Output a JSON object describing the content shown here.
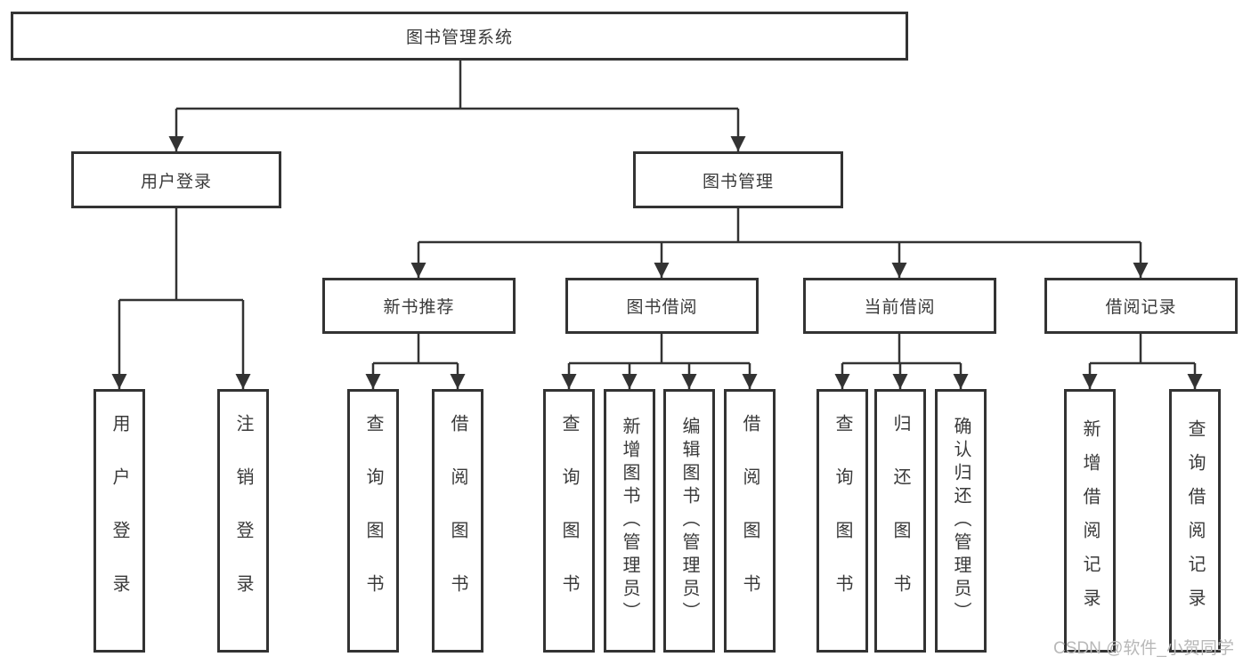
{
  "diagram": {
    "root": {
      "label": "图书管理系统"
    },
    "branches": [
      {
        "label": "用户登录",
        "leaves": [
          "用户登录",
          "注销登录"
        ]
      },
      {
        "label": "图书管理",
        "groups": [
          {
            "label": "新书推荐",
            "leaves": [
              "查询图书",
              "借阅图书"
            ]
          },
          {
            "label": "图书借阅",
            "leaves": [
              "查询图书",
              "新增图书（管理员）",
              "编辑图书（管理员）",
              "借阅图书"
            ]
          },
          {
            "label": "当前借阅",
            "leaves": [
              "查询图书",
              "归还图书",
              "确认归还（管理员）"
            ]
          },
          {
            "label": "借阅记录",
            "leaves": [
              "新增借阅记录",
              "查询借阅记录"
            ]
          }
        ]
      }
    ]
  },
  "watermark": {
    "text": "CSDN @软件_小贺同学"
  },
  "colors": {
    "line": "#333333",
    "text": "#3a3a3a",
    "background": "#ffffff",
    "watermark": "#b8b8b8"
  }
}
